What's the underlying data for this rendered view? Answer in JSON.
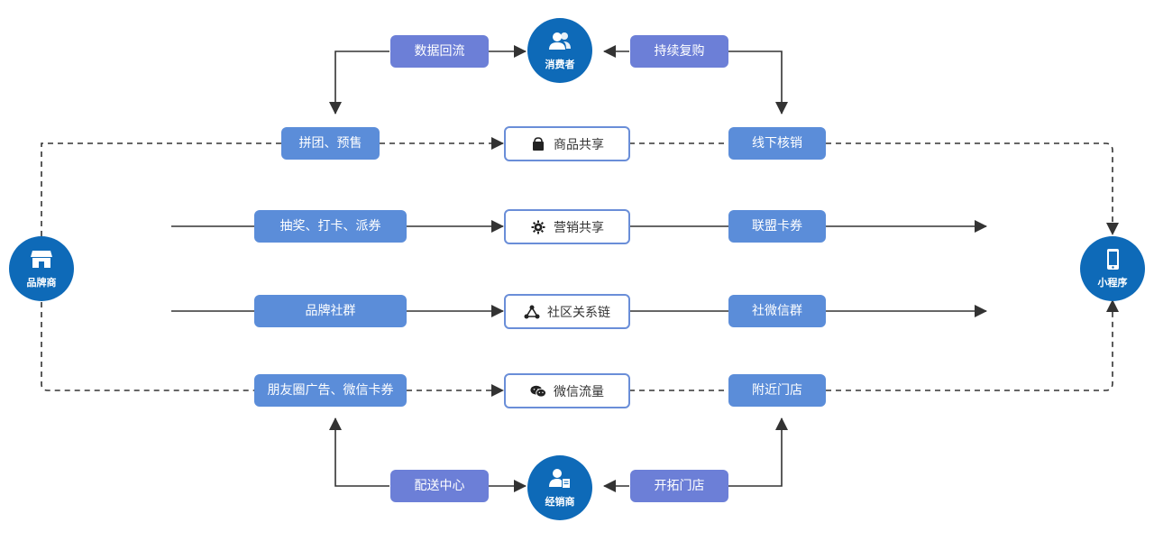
{
  "nodes": {
    "consumer": "消费者",
    "brand": "品牌商",
    "miniprogram": "小程序",
    "distributor": "经销商"
  },
  "top": {
    "left_label": "数据回流",
    "right_label": "持续复购"
  },
  "bottom": {
    "left_label": "配送中心",
    "right_label": "开拓门店"
  },
  "rows": [
    {
      "left": "拼团、预售",
      "center": "商品共享",
      "right": "线下核销",
      "center_icon": "shopping-bag-icon"
    },
    {
      "left": "抽奖、打卡、派券",
      "center": "营销共享",
      "right": "联盟卡券",
      "center_icon": "gear-icon"
    },
    {
      "left": "品牌社群",
      "center": "社区关系链",
      "right": "社微信群",
      "center_icon": "network-icon"
    },
    {
      "left": "朋友圈广告、微信卡券",
      "center": "微信流量",
      "right": "附近门店",
      "center_icon": "wechat-icon"
    }
  ],
  "colors": {
    "node": "#0e6ab8",
    "pill_blue": "#5b8dd9",
    "pill_purple": "#6c7fd7",
    "box_border": "#6a8ed8",
    "line": "#333333"
  }
}
